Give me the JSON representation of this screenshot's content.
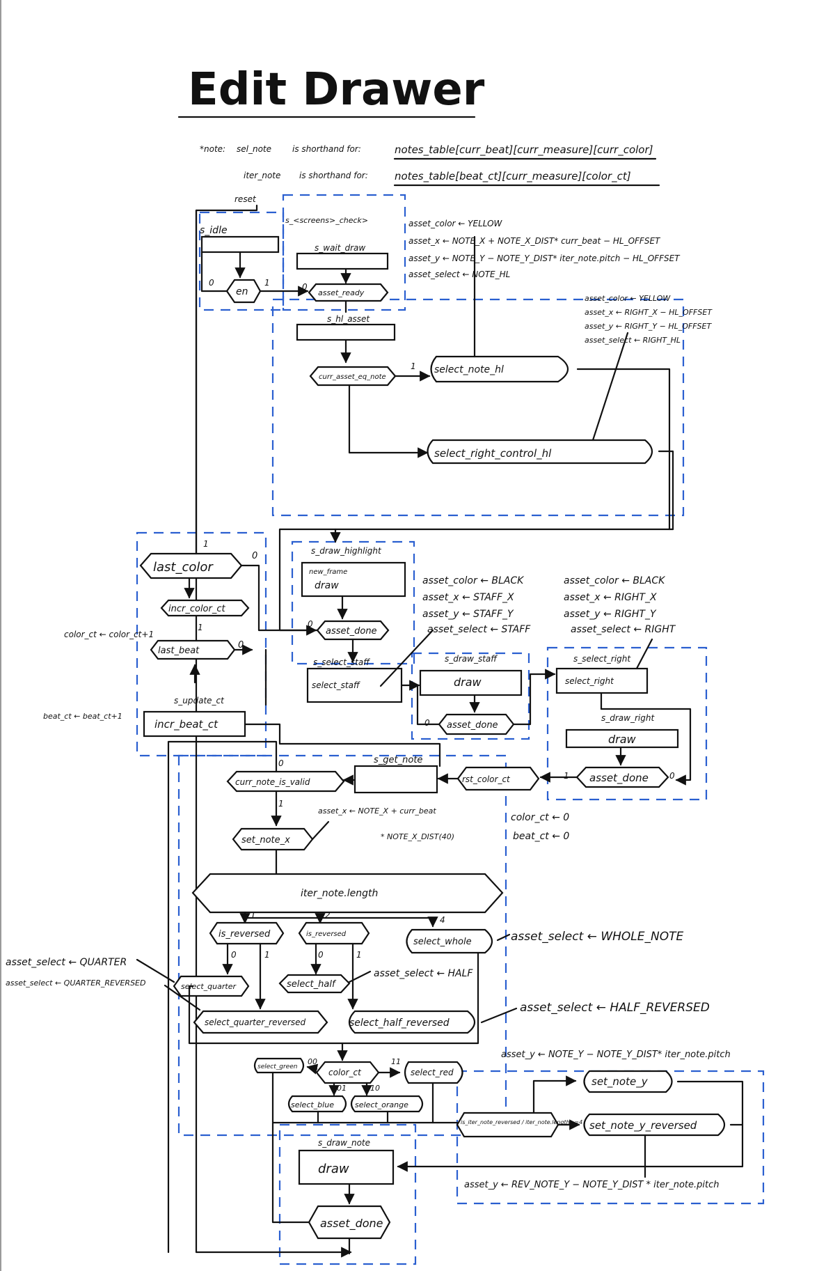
{
  "title": "Edit Drawer",
  "notes": {
    "prefix": "*note:",
    "line1_term": "sel_note",
    "line1_mid": "is shorthand for:",
    "line1_def": "notes_table[curr_beat][curr_measure][curr_color]",
    "line2_term": "iter_note",
    "line2_mid": "is shorthand for:",
    "line2_def": "notes_table[beat_ct][curr_measure][color_ct]"
  },
  "states": {
    "reset": "reset",
    "s_idle": "s_idle",
    "en": "en",
    "s_screens": "s_<screens>_check>",
    "s_wait_draw": "s_wait_draw",
    "asset_ready": "asset_ready",
    "s_hl_asset": "s_hl_asset",
    "curr_asset_eq": "curr_asset_eq_note",
    "select_note_hl": "select_note_hl",
    "select_right_control_hl": "select_right_control_hl",
    "s_draw_highlight": "s_draw_highlight",
    "new_frame": "new_frame",
    "draw": "draw",
    "asset_done": "asset_done",
    "s_select_staff": "s_select_staff",
    "select_staff": "select_staff",
    "s_draw_staff": "s_draw_staff",
    "s_select_right": "s_select_right",
    "select_right": "select_right",
    "s_draw_right": "s_draw_right",
    "last_color": "last_color",
    "incr_color_ct": "incr_color_ct",
    "last_beat": "last_beat",
    "s_update_ct": "s_update_ct",
    "incr_beat_ct": "incr_beat_ct",
    "s_get_note": "s_get_note",
    "rst_color_ct": "rst_color_ct",
    "curr_note_is_valid": "curr_note_is_valid",
    "set_note_x": "set_note_x",
    "iter_note_length": "iter_note.length",
    "is_reversed": "is_reversed",
    "select_whole": "select_whole",
    "select_quarter": "select_quarter",
    "select_half": "select_half",
    "select_quarter_reversed": "select_quarter_reversed",
    "select_half_reversed": "select_half_reversed",
    "select_green": "select_green",
    "color_ct": "color_ct",
    "select_red": "select_red",
    "select_blue": "select_blue",
    "select_orange": "select_orange",
    "is_reversed_check": "is_iter_note_reversed / iter_note.length==4",
    "set_note_y": "set_note_y",
    "set_note_y_reversed": "set_note_y_reversed",
    "s_draw_note": "s_draw_note"
  },
  "labels": {
    "zero": "0",
    "one": "1",
    "two": "2",
    "four": "4",
    "sel_00": "00",
    "sel_01": "01",
    "sel_10": "10",
    "sel_11": "11"
  },
  "assignments": {
    "hl_note": [
      "asset_color ← YELLOW",
      "asset_x ← NOTE_X + NOTE_X_DIST* curr_beat − HL_OFFSET",
      "asset_y ← NOTE_Y − NOTE_Y_DIST* iter_note.pitch − HL_OFFSET",
      "asset_select ← NOTE_HL"
    ],
    "hl_right": [
      "asset_color ← YELLOW",
      "asset_x ← RIGHT_X − HL_OFFSET",
      "asset_y ← RIGHT_Y − HL_OFFSET",
      "asset_select ← RIGHT_HL"
    ],
    "staff": [
      "asset_color ← BLACK",
      "asset_x ← STAFF_X",
      "asset_y ← STAFF_Y",
      "asset_select ← STAFF"
    ],
    "right": [
      "asset_color ← BLACK",
      "asset_x ← RIGHT_X",
      "asset_y ← RIGHT_Y",
      "asset_select ← RIGHT"
    ],
    "color_ct_inc": "color_ct ← color_ct+1",
    "beat_ct_inc": "beat_ct ← beat_ct+1",
    "rst": [
      "color_ct ← 0",
      "beat_ct ← 0"
    ],
    "set_x": [
      "asset_x ← NOTE_X + curr_beat",
      "* NOTE_X_DIST(40)"
    ],
    "quarter": "asset_select ← QUARTER",
    "quarter_rev": "asset_select ← QUARTER_REVERSED",
    "whole": "asset_select ← WHOLE_NOTE",
    "half": "asset_select ← HALF",
    "half_rev": "asset_select ← HALF_REVERSED",
    "note_y": "asset_y ← NOTE_Y − NOTE_Y_DIST* iter_note.pitch",
    "note_y_rev": "asset_y ← REV_NOTE_Y − NOTE_Y_DIST * iter_note.pitch"
  }
}
